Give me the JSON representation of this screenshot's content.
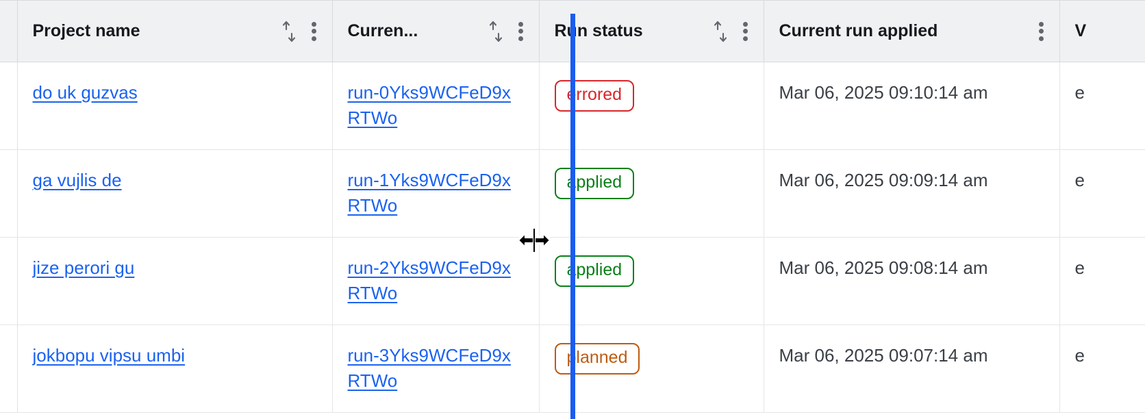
{
  "table": {
    "columns": [
      {
        "id": "select",
        "label": "",
        "sortable": false,
        "menu": false
      },
      {
        "id": "project_name",
        "label": "Project name",
        "sortable": true,
        "menu": true
      },
      {
        "id": "current_run",
        "label": "Curren...",
        "sortable": true,
        "menu": true
      },
      {
        "id": "run_status",
        "label": "Run status",
        "sortable": true,
        "menu": true
      },
      {
        "id": "current_run_applied",
        "label": "Current run applied",
        "sortable": false,
        "menu": true
      },
      {
        "id": "truncated_col",
        "label": "V",
        "sortable": false,
        "menu": false
      }
    ],
    "rows": [
      {
        "project_name": "do uk guzvas",
        "current_run": "run-0Yks9WCFeD9xRTWo",
        "run_status": "errored",
        "current_run_applied": "Mar 06, 2025 09:10:14 am",
        "truncated_col": "e"
      },
      {
        "project_name": "ga vujlis de",
        "current_run": "run-1Yks9WCFeD9xRTWo",
        "run_status": "applied",
        "current_run_applied": "Mar 06, 2025 09:09:14 am",
        "truncated_col": "e"
      },
      {
        "project_name": "jize perori gu",
        "current_run": "run-2Yks9WCFeD9xRTWo",
        "run_status": "applied",
        "current_run_applied": "Mar 06, 2025 09:08:14 am",
        "truncated_col": "e"
      },
      {
        "project_name": "jokbopu vipsu umbi",
        "current_run": "run-3Yks9WCFeD9xRTWo",
        "run_status": "planned",
        "current_run_applied": "Mar 06, 2025 09:07:14 am",
        "truncated_col": "e"
      }
    ]
  },
  "interaction": {
    "column_resize_active": true,
    "resize_cursor": "col-resize"
  },
  "colors": {
    "link": "#1b62f0",
    "status_errored": "#d7262b",
    "status_applied": "#0a8018",
    "status_planned": "#bf5b10",
    "resize_indicator": "#1a5cf0",
    "header_background": "#f0f1f3"
  }
}
